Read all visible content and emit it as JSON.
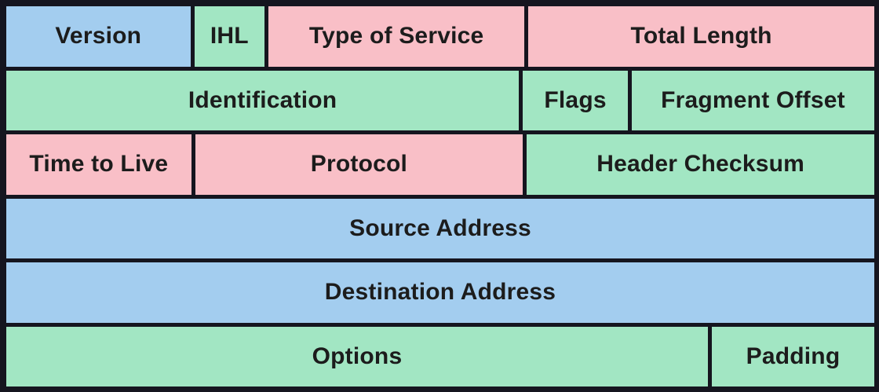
{
  "colors": {
    "blue": "#a3cdef",
    "green": "#a2e6c3",
    "pink": "#f9bfc7",
    "border": "#15151f",
    "text": "#1c1c1c"
  },
  "diagram_type": "ipv4-header-field-layout",
  "fields": {
    "version": "Version",
    "ihl": "IHL",
    "type_of_service": "Type of Service",
    "total_length": "Total Length",
    "identification": "Identification",
    "flags": "Flags",
    "fragment_offset": "Fragment Offset",
    "time_to_live": "Time to Live",
    "protocol": "Protocol",
    "header_checksum": "Header Checksum",
    "source_address": "Source Address",
    "destination_address": "Destination Address",
    "options": "Options",
    "padding": "Padding"
  }
}
